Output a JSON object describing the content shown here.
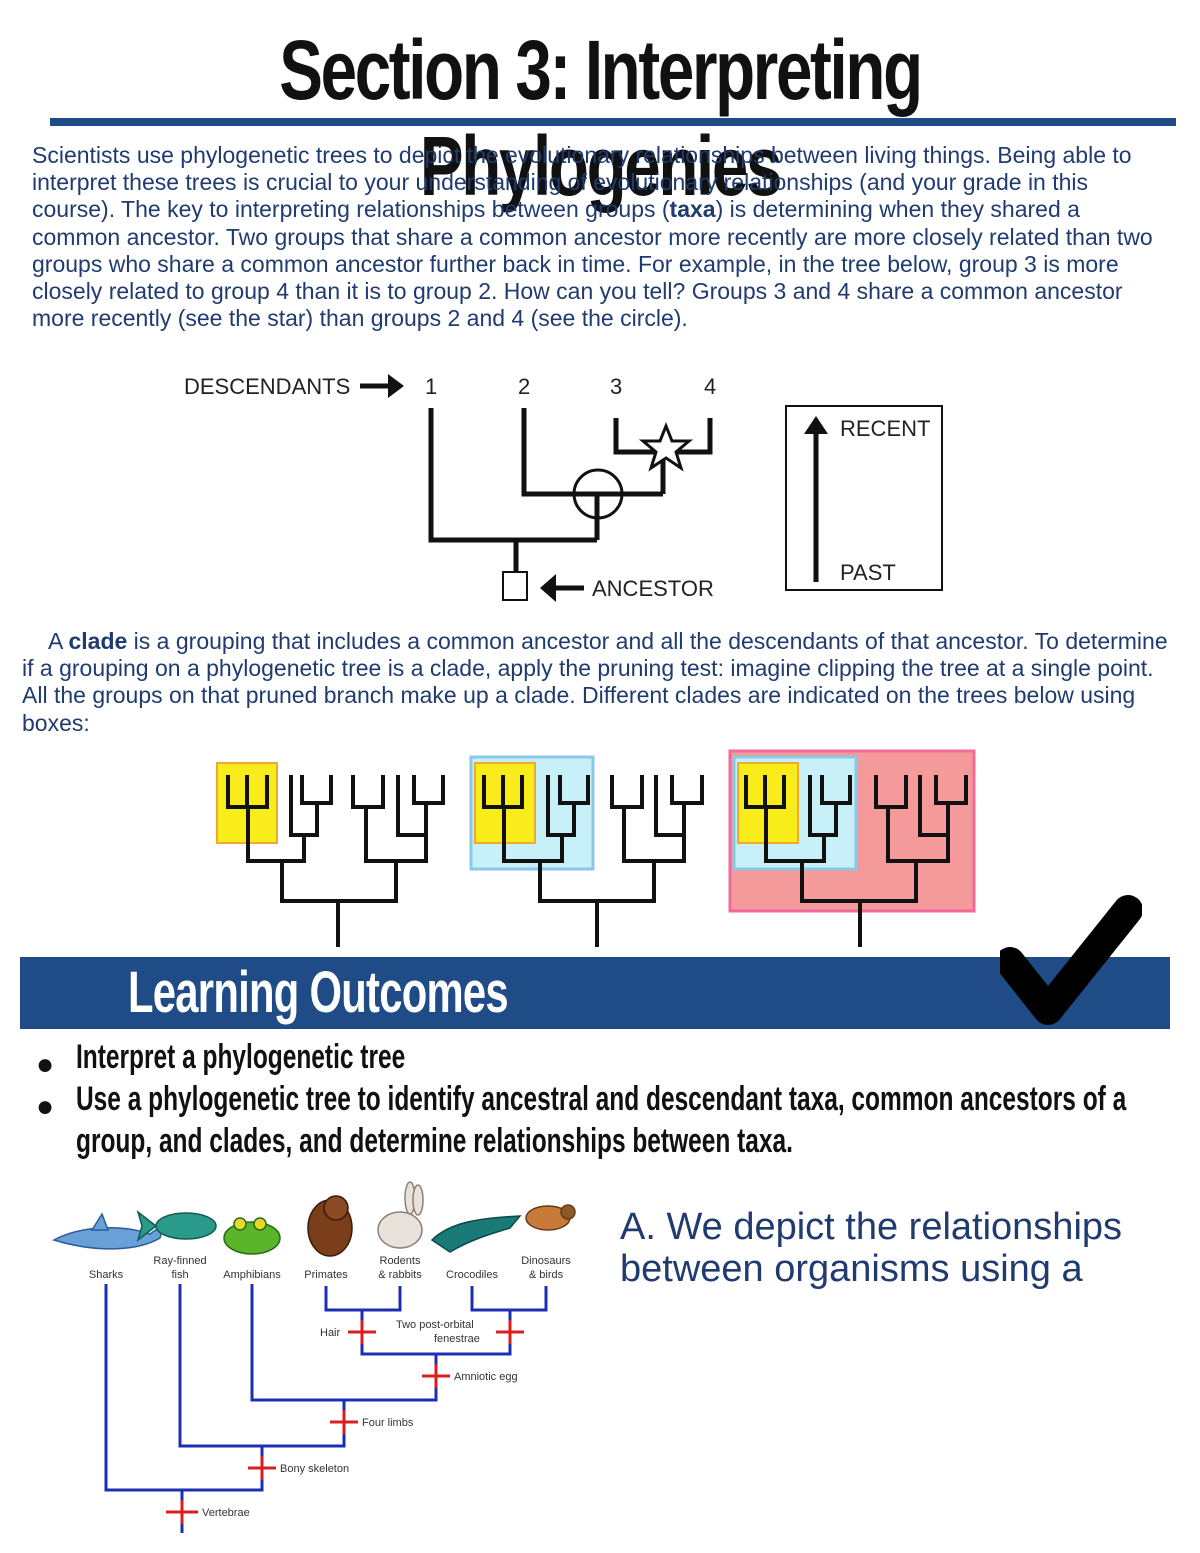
{
  "title": "Section 3: Interpreting Phylogenies",
  "intro": {
    "part1": "Scientists use phylogenetic trees to depict the evolutionary relationships between living things. Being able to interpret these trees is crucial to your understanding of evolutionary relationships (and your grade in this course). The key to interpreting relationships between groups (",
    "bold": "taxa",
    "part2": ") is determining when they shared a common ancestor. Two groups that share a common ancestor more recently are more closely related than two groups who share a common ancestor further back in time. For example, in the tree below, group 3 is more closely related to group 4 than it is to group 2. How can you tell? Groups 3 and 4 share a common ancestor more recently (see the star) than groups 2 and 4 (see the circle)."
  },
  "tree1": {
    "descendants_label": "DESCENDANTS",
    "groups": [
      "1",
      "2",
      "3",
      "4"
    ],
    "ancestor_label": "ANCESTOR",
    "recent_label": "RECENT",
    "past_label": "PAST"
  },
  "clade": {
    "part1": "A ",
    "bold": "clade",
    "part2": " is a grouping that includes a common ancestor and all the descendants of that ancestor. To determine if a grouping on a phylogenetic tree is a clade, apply the pruning test: imagine clipping the tree at a single point. All the groups on that pruned branch make up a clade. Different clades are indicated on the trees below using boxes:"
  },
  "colors": {
    "navy": "#1f4c86",
    "yellow_box": "#f8ec1b",
    "blue_box": "#c8f0f8",
    "red_box": "#f59a9a",
    "cladogram_blue": "#1c2fb4",
    "trait_red": "#d81e1e"
  },
  "learning_outcomes": {
    "heading": "Learning Outcomes",
    "items": [
      "Interpret a phylogenetic tree",
      "Use a phylogenetic tree to identify ancestral and descendant taxa, common ancestors of a",
      "group, and clades, and determine relationships between taxa."
    ]
  },
  "cladogram": {
    "taxa": [
      {
        "line1": "",
        "line2": "Sharks"
      },
      {
        "line1": "Ray-finned",
        "line2": "fish"
      },
      {
        "line1": "",
        "line2": "Amphibians"
      },
      {
        "line1": "",
        "line2": "Primates"
      },
      {
        "line1": "Rodents",
        "line2": "& rabbits"
      },
      {
        "line1": "",
        "line2": "Crocodiles"
      },
      {
        "line1": "Dinosaurs",
        "line2": "& birds"
      }
    ],
    "traits": {
      "hair": "Hair",
      "postorbital_1": "Two post-orbital",
      "postorbital_2": "fenestrae",
      "amniotic": "Amniotic egg",
      "limbs": "Four limbs",
      "bony": "Bony skeleton",
      "vertebrae": "Vertebrae"
    }
  },
  "question": "A. We depict the relationships between organisms using a"
}
